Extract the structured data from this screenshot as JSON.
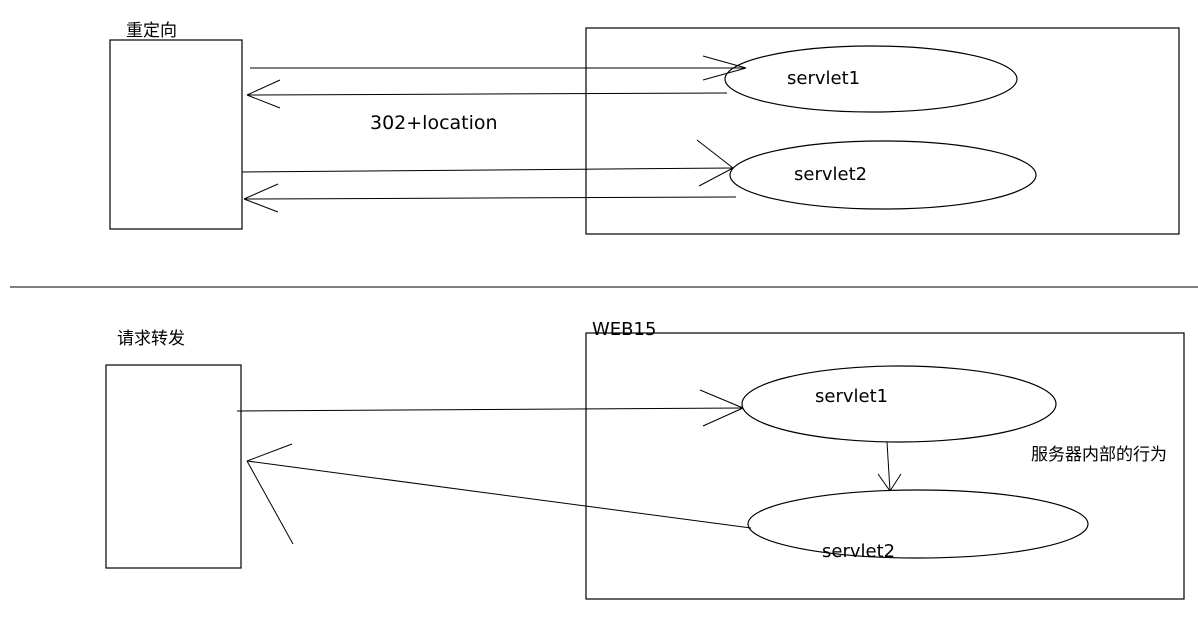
{
  "redirect": {
    "title": "重定向",
    "servlet1": "servlet1",
    "servlet2": "servlet2",
    "response_label": "302+location"
  },
  "forward": {
    "title": "请求转发",
    "container_label": "WEB15",
    "servlet1": "servlet1",
    "servlet2": "servlet2",
    "note": "服务器内部的行为"
  }
}
